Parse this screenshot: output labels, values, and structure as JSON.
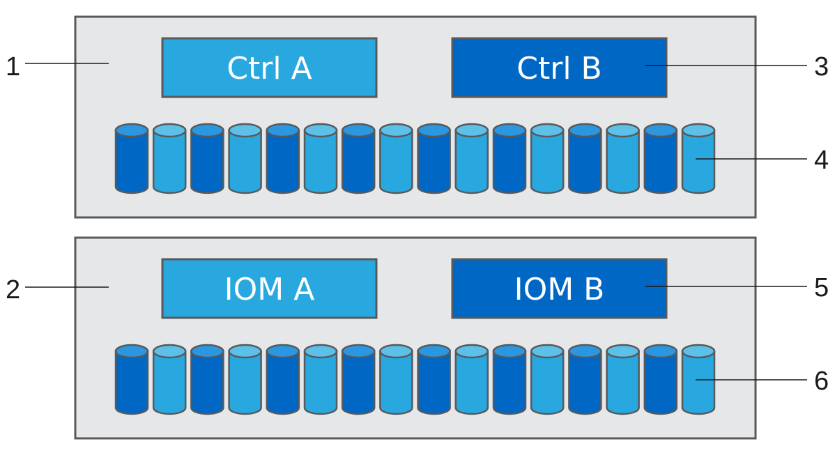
{
  "colors": {
    "enclosure_fill": "#e6e7e9",
    "enclosure_stroke": "#58595b",
    "module_light": "#29a8e0",
    "module_dark": "#0067c5",
    "drive_dark_body": "#0067c5",
    "drive_dark_top": "#2a97e0",
    "drive_light_body": "#29a8e0",
    "drive_light_top": "#5cc0e8",
    "drive_stroke": "#58595b",
    "callout_line": "#1a1a1a"
  },
  "shelves": [
    {
      "callout": "1",
      "modules": [
        {
          "label": "Ctrl A",
          "shade": "light"
        },
        {
          "label": "Ctrl B",
          "shade": "dark",
          "callout": "3"
        }
      ],
      "drives": {
        "count": 16,
        "pattern": [
          "dark",
          "light"
        ],
        "callout": "4"
      }
    },
    {
      "callout": "2",
      "modules": [
        {
          "label": "IOM A",
          "shade": "light"
        },
        {
          "label": "IOM B",
          "shade": "dark",
          "callout": "5"
        }
      ],
      "drives": {
        "count": 16,
        "pattern": [
          "dark",
          "light"
        ],
        "callout": "6"
      }
    }
  ]
}
